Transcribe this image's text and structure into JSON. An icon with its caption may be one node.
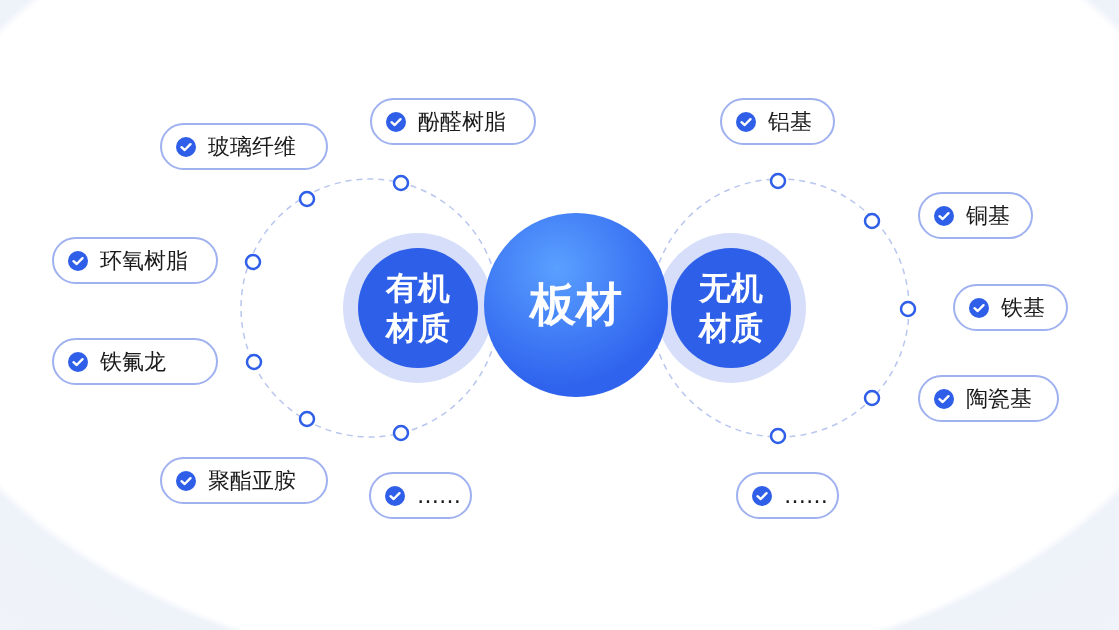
{
  "diagram": {
    "nodes": [
      {
        "text": [
          "板材"
        ]
      },
      {
        "text": [
          "有机材质"
        ]
      },
      {
        "text": [
          "无机材质"
        ]
      },
      {
        "text": [
          "玻璃纤维"
        ]
      },
      {
        "text": [
          "酚醛树脂"
        ]
      },
      {
        "text": [
          "环氧树脂"
        ]
      },
      {
        "text": [
          "铁氟龙"
        ]
      },
      {
        "text": [
          "聚酯亚胺"
        ]
      },
      {
        "text": [
          "……"
        ]
      },
      {
        "text": [
          "铝基"
        ]
      },
      {
        "text": [
          "铜基"
        ]
      },
      {
        "text": [
          "铁基"
        ]
      },
      {
        "text": [
          "陶瓷基"
        ]
      },
      {
        "text": [
          "……"
        ]
      }
    ],
    "edges": []
  }
}
